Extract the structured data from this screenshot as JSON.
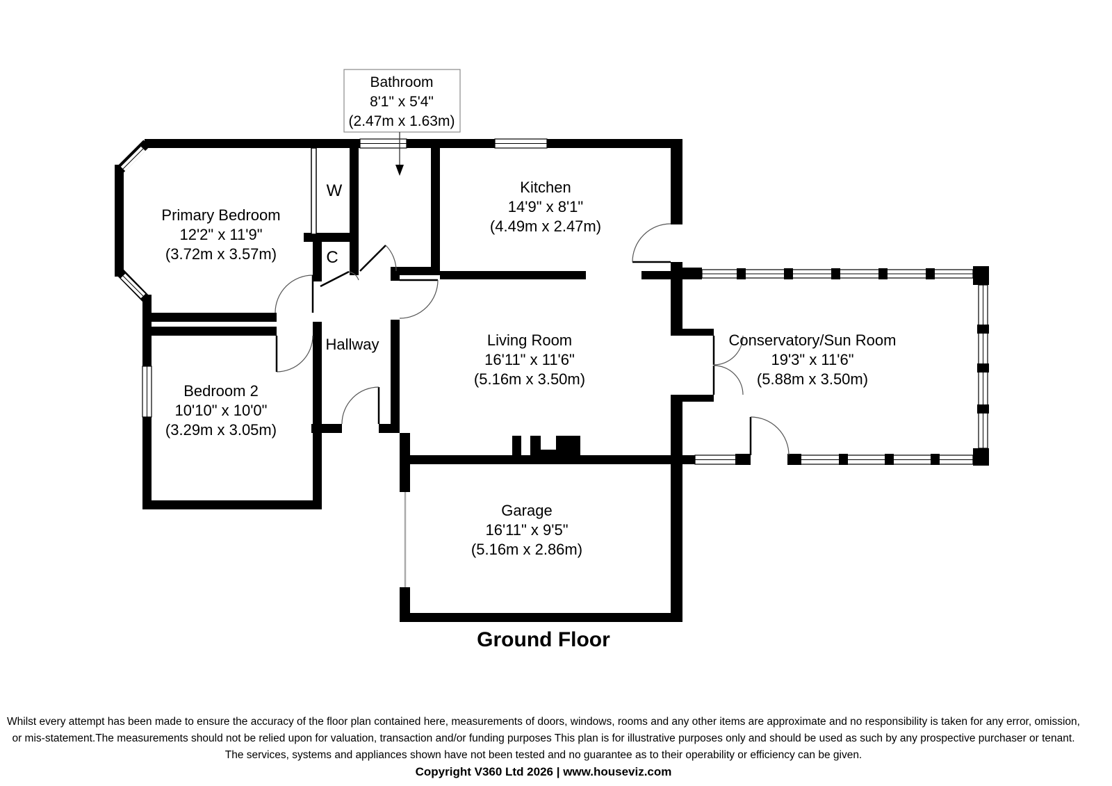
{
  "floor": {
    "title": "Ground Floor"
  },
  "callout": {
    "name": "Bathroom",
    "imperial": "8'1\" x 5'4\"",
    "metric": "(2.47m x 1.63m)"
  },
  "rooms": [
    {
      "name": "Primary Bedroom",
      "imperial": "12'2\" x 11'9\"",
      "metric": "(3.72m x 3.57m)"
    },
    {
      "name": "Kitchen",
      "imperial": "14'9\" x 8'1\"",
      "metric": "(4.49m x 2.47m)"
    },
    {
      "name": "Living Room",
      "imperial": "16'11\" x 11'6\"",
      "metric": "(5.16m x 3.50m)"
    },
    {
      "name": "Conservatory/Sun Room",
      "imperial": "19'3\" x 11'6\"",
      "metric": "(5.88m x 3.50m)"
    },
    {
      "name": "Bedroom 2",
      "imperial": "10'10\" x 10'0\"",
      "metric": "(3.29m x 3.05m)"
    },
    {
      "name": "Garage",
      "imperial": "16'11\" x 9'5\"",
      "metric": "(5.16m x 2.86m)"
    },
    {
      "name": "Hallway"
    }
  ],
  "closets": {
    "wardrobe": "W",
    "cupboard": "C"
  },
  "footer": {
    "disclaimer": [
      "Whilst every attempt has been made to ensure the accuracy of the floor plan contained here, measurements of doors, windows, rooms and any other items are approximate and no responsibility is taken for any error, omission,",
      "or mis-statement.The measurements should not be relied upon for valuation, transaction and/or funding purposes This plan is for illustrative purposes only and should be used as such by any prospective purchaser or tenant.",
      "The services, systems and appliances shown have not been tested and no guarantee as to their operability or efficiency can be given."
    ],
    "copyright": "Copyright V360 Ltd 2026 | www.houseviz.com"
  },
  "colors": {
    "wall": "#000000",
    "background": "#ffffff",
    "door_arc": "#555555"
  }
}
